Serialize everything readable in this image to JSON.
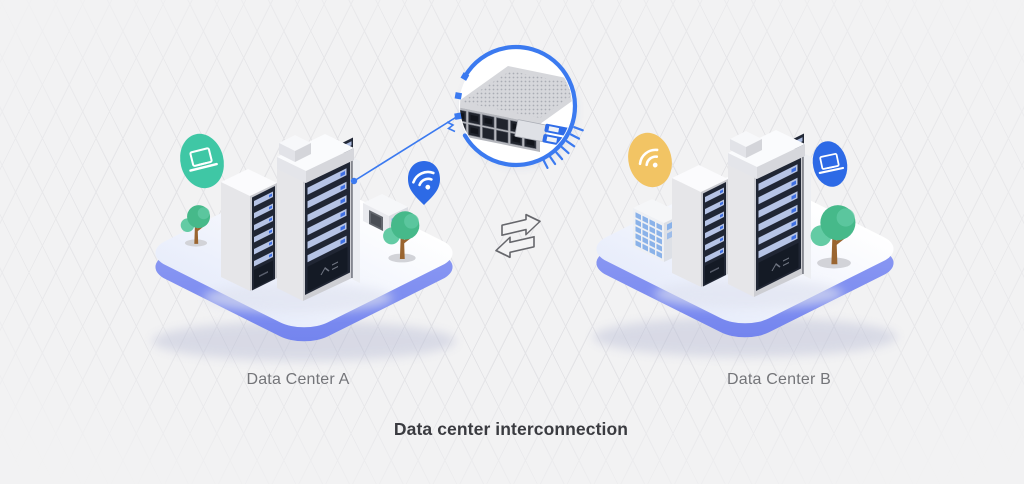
{
  "title": "Data center interconnection",
  "data_centers": [
    {
      "id": "a",
      "label": "Data Center A",
      "badges": [
        {
          "icon": "laptop-icon",
          "color": "#3fc7a5"
        },
        {
          "icon": "wifi-icon",
          "color": "#2d6ae6"
        }
      ]
    },
    {
      "id": "b",
      "label": "Data Center B",
      "badges": [
        {
          "icon": "wifi-icon",
          "color": "#f2c464"
        },
        {
          "icon": "laptop-icon",
          "color": "#2d6ae6"
        }
      ]
    }
  ],
  "inset": {
    "depicts": "network-switch-with-optical-transceiver-icon"
  },
  "link": {
    "depicts": "bidirectional-exchange-arrows-icon"
  },
  "colors": {
    "bg": "#f2f2f3",
    "grid-line": "#e3e3e6",
    "accent-blue": "#3b7af0",
    "badge-blue": "#2d6ae6",
    "badge-teal": "#3fc7a5",
    "badge-yellow": "#f2c464",
    "platform-side-1": "#9aa6f6",
    "platform-side-2": "#7283ee",
    "panel-dark": "#202634",
    "slat": "#b6c4e6",
    "chip-blue": "#3e6fe2",
    "cable-yellow": "#e8c84a",
    "foliage": "#46b98a",
    "foliage-light": "#63cba4",
    "trunk": "#9a6530",
    "label": "#747579",
    "title": "#3a3b40"
  }
}
